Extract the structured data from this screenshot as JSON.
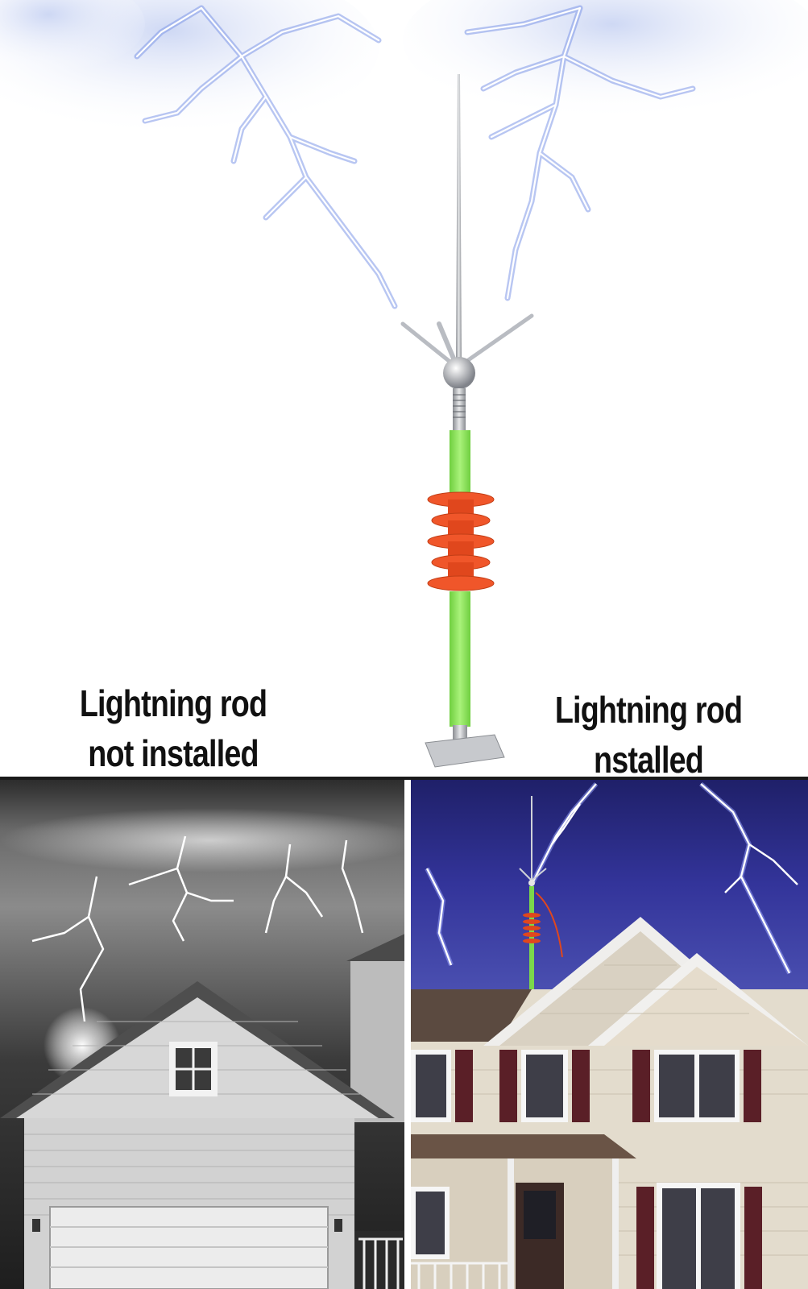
{
  "captions": {
    "left": {
      "line1": "Lightning rod",
      "line2": "not installed"
    },
    "right": {
      "line1": "Lightning rod",
      "line2": "nstalled"
    }
  },
  "colors": {
    "sky_lightning": "#7f98e8",
    "rod_metal": "#b9bcc2",
    "rod_green": "#8ee65a",
    "insulator_orange": "#f0562a",
    "storm_gray": "#555555",
    "storm_blue": "#2f2f8c",
    "house_white": "#dcdcdc",
    "house_beige": "#e5dccc",
    "shutter_maroon": "#5a1f27"
  },
  "icons": {
    "left_panel": "storm-house-no-rod-image",
    "right_panel": "storm-house-with-rod-image",
    "product": "lightning-rod-image"
  }
}
